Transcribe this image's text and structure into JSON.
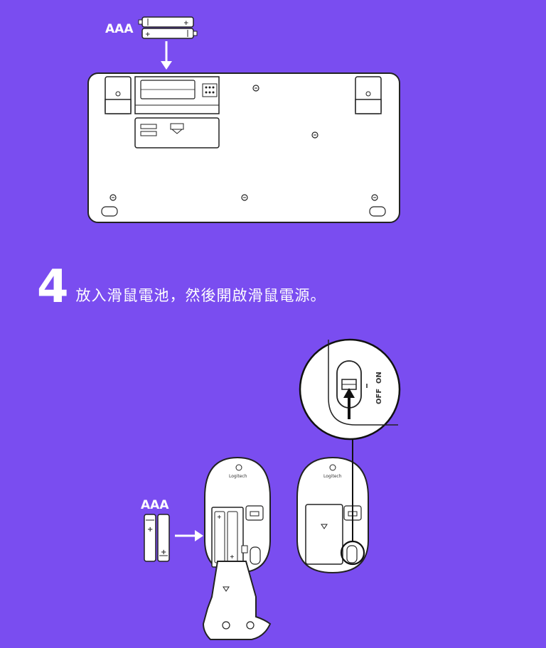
{
  "keyboard_section": {
    "battery_label": "AAA"
  },
  "step": {
    "number": "4",
    "text": "放入滑鼠電池，然後開啟滑鼠電源。"
  },
  "mouse_section": {
    "battery_label": "AAA",
    "brand_label": "Logitech",
    "switch_off": "OFF",
    "switch_on": "ON"
  },
  "colors": {
    "background": "#7a4df0",
    "line_art": "#222222",
    "device_fill": "#ffffff"
  }
}
